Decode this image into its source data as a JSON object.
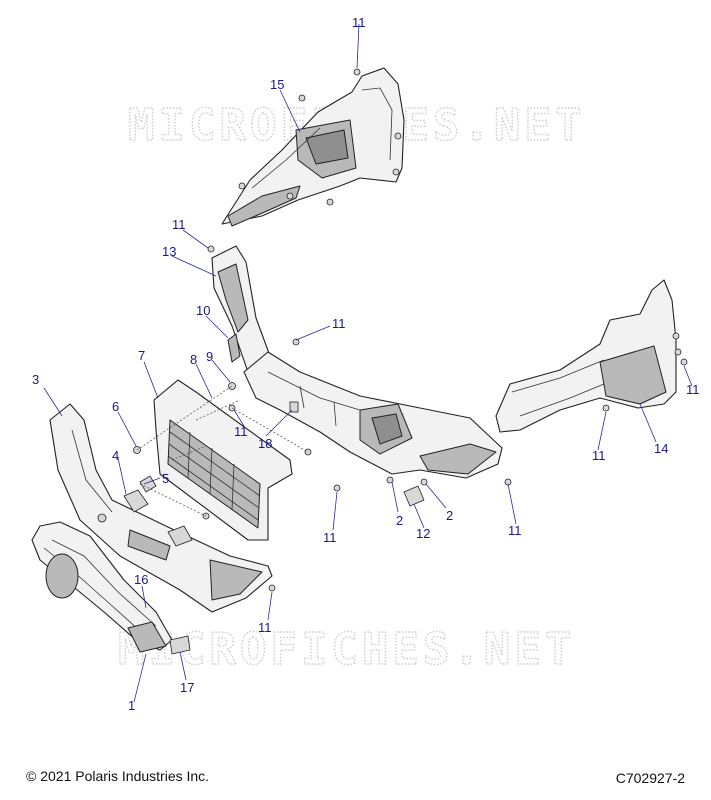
{
  "watermark": "MICROFICHES.NET",
  "footer": {
    "copyright": "© 2021 Polaris Industries Inc.",
    "figure_code": "C702927-2"
  },
  "callouts": {
    "c1": "1",
    "c2a": "2",
    "c2b": "2",
    "c3": "3",
    "c4": "4",
    "c5": "5",
    "c6": "6",
    "c7": "7",
    "c8": "8",
    "c9": "9",
    "c10": "10",
    "c11a": "11",
    "c11b": "11",
    "c11c": "11",
    "c11d": "11",
    "c11e": "11",
    "c11f": "11",
    "c11g": "11",
    "c11h": "11",
    "c11i": "11",
    "c12": "12",
    "c13": "13",
    "c14": "14",
    "c15": "15",
    "c16": "16",
    "c17": "17",
    "c18": "18"
  }
}
